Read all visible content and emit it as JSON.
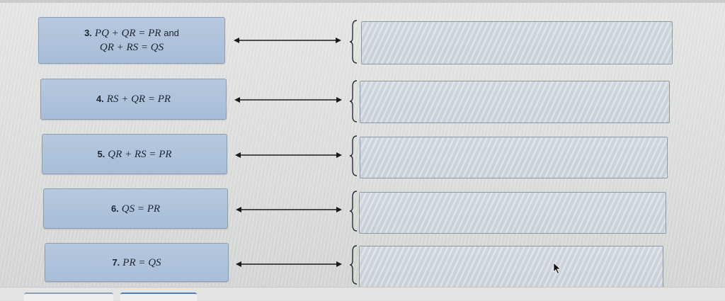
{
  "statements": [
    {
      "number": "3.",
      "line1": "PQ + QR = PR",
      "and": "and",
      "line2": "QR + RS = QS"
    },
    {
      "number": "4.",
      "line1": "RS + QR = PR"
    },
    {
      "number": "5.",
      "line1": "QR + RS = PR"
    },
    {
      "number": "6.",
      "line1": "QS = PR"
    },
    {
      "number": "7.",
      "line1": "PR = QS"
    }
  ],
  "reason_slots": [
    "",
    "",
    "",
    "",
    ""
  ],
  "colors": {
    "card": "#b0c3db",
    "card_border": "#8d9fb8",
    "drop_zone": "#cfd6de",
    "arrow": "#1a1a1a"
  },
  "icons": [
    "double-arrow-icon",
    "curly-bracket-icon",
    "mouse-pointer-icon"
  ]
}
